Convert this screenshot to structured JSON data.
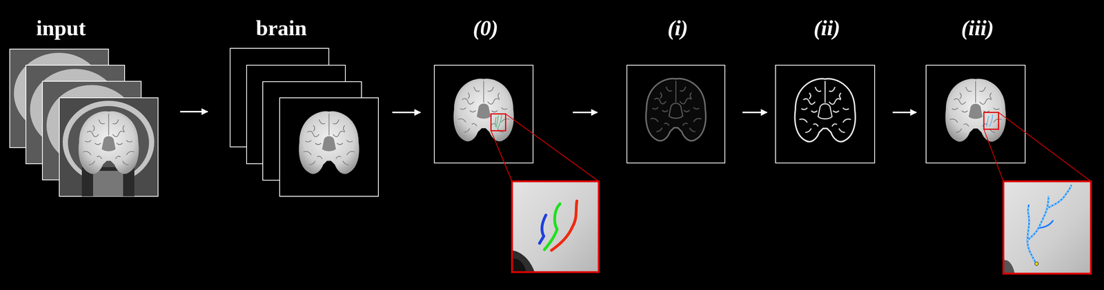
{
  "diagram": {
    "nodes": [
      {
        "text": [
          "input"
        ]
      },
      {
        "text": [
          "brain"
        ]
      },
      {
        "text": [
          "(0)"
        ]
      },
      {
        "text": [
          "(i)"
        ]
      },
      {
        "text": [
          "(ii)"
        ]
      },
      {
        "text": [
          "(iii)"
        ]
      }
    ],
    "edges": [
      {
        "from": 0,
        "to": 1,
        "arrow": "to"
      },
      {
        "from": 1,
        "to": 2,
        "arrow": "to"
      },
      {
        "from": 2,
        "to": 3,
        "arrow": "to"
      },
      {
        "from": 3,
        "to": 4,
        "arrow": "to"
      },
      {
        "from": 4,
        "to": 5,
        "arrow": "to"
      }
    ]
  }
}
